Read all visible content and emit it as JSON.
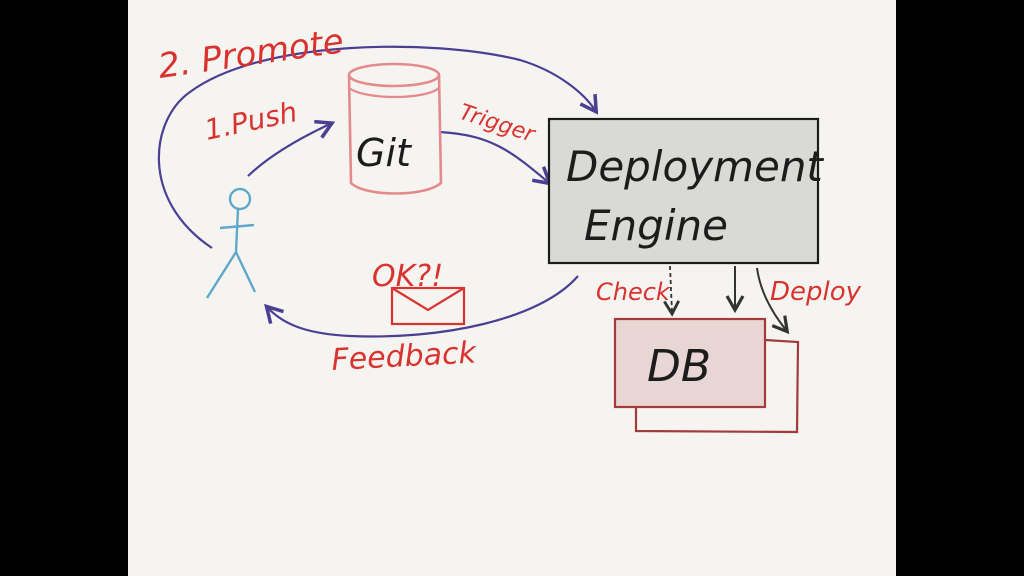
{
  "diagram": {
    "labels": {
      "promote": "2. Promote",
      "push": "1.Push",
      "git": "Git",
      "trigger": "Trigger",
      "engine_line1": "Deployment",
      "engine_line2": "Engine",
      "check": "Check",
      "deploy": "Deploy",
      "db": "DB",
      "ok": "OK?!",
      "feedback": "Feedback"
    },
    "colors": {
      "arrow": "#4b3f93",
      "label": "#d8332f",
      "git_cylinder": "#e58a8c",
      "engine_fill": "#d9d9d6",
      "db_fill": "#e8d6d4",
      "db_border": "#a33b3b",
      "person": "#5fa8c9",
      "background": "#f6f4f1"
    }
  }
}
